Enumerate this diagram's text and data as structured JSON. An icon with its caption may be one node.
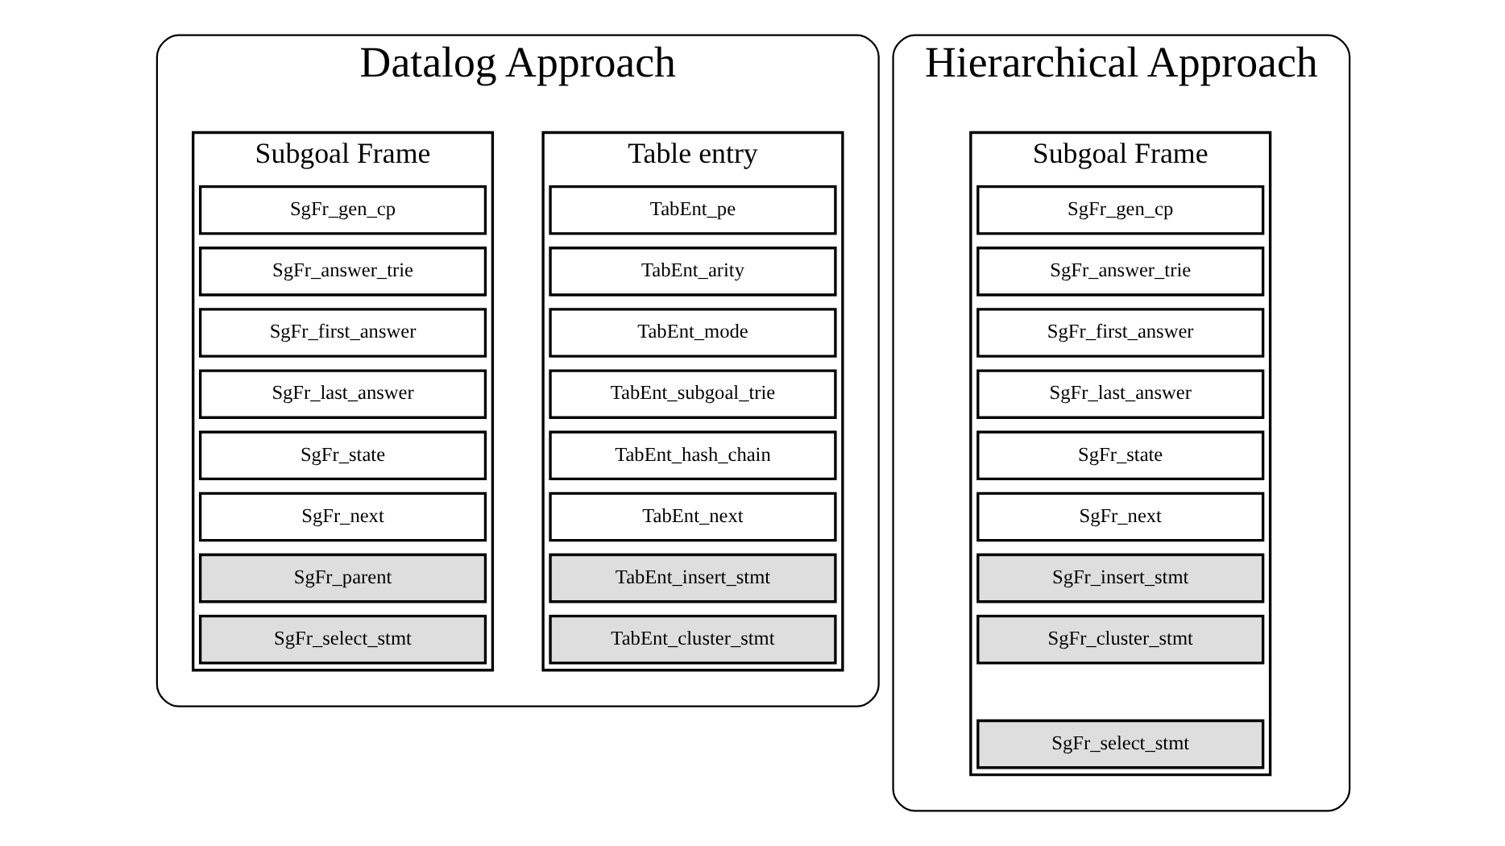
{
  "diagram": {
    "nodes": [
      {
        "text": [
          "Datalog Approach"
        ]
      },
      {
        "text": [
          "Table entry"
        ],
        "in": 0
      },
      {
        "text": [
          "TabEnt_pe"
        ],
        "in": 1
      },
      {
        "text": [
          "TabEnt_arity"
        ],
        "in": 1
      },
      {
        "text": [
          "TabEnt_mode"
        ],
        "in": 1
      },
      {
        "text": [
          "TabEnt_subgoal_trie"
        ],
        "in": 1
      },
      {
        "text": [
          "TabEnt_hash_chain"
        ],
        "in": 1
      },
      {
        "text": [
          "TabEnt_next"
        ],
        "in": 1
      },
      {
        "text": [
          "TabEnt_insert_stmt"
        ],
        "in": 1
      },
      {
        "text": [
          "TabEnt_cluster_stmt"
        ],
        "in": 1
      },
      {
        "text": [
          "Subgoal Frame"
        ],
        "in": 0
      },
      {
        "text": [
          "SgFr_gen_cp"
        ],
        "in": 10
      },
      {
        "text": [
          "SgFr_answer_trie"
        ],
        "in": 10
      },
      {
        "text": [
          "SgFr_first_answer"
        ],
        "in": 10
      },
      {
        "text": [
          "SgFr_last_answer"
        ],
        "in": 10
      },
      {
        "text": [
          "SgFr_state"
        ],
        "in": 10
      },
      {
        "text": [
          "SgFr_next"
        ],
        "in": 10
      },
      {
        "text": [
          "SgFr_parent"
        ],
        "in": 10
      },
      {
        "text": [
          "SgFr_select_stmt"
        ],
        "in": 10
      },
      {
        "text": [
          "Hierarchical Approach"
        ]
      },
      {
        "text": [
          "Subgoal Frame"
        ],
        "in": 19
      },
      {
        "text": [
          "SgFr_gen_cp"
        ],
        "in": 20
      },
      {
        "text": [
          "SgFr_answer_trie"
        ],
        "in": 20
      },
      {
        "text": [
          "SgFr_first_answer"
        ],
        "in": 20
      },
      {
        "text": [
          "SgFr_last_answer"
        ],
        "in": 20
      },
      {
        "text": [
          "SgFr_state"
        ],
        "in": 20
      },
      {
        "text": [
          "SgFr_next"
        ],
        "in": 20
      },
      {
        "text": [
          "SgFr_insert_stmt"
        ],
        "in": 20
      },
      {
        "text": [
          "SgFr_cluster_stmt"
        ],
        "in": 20
      },
      {
        "text": [
          "SgFr_select_stmt"
        ],
        "in": 20
      }
    ],
    "edges": []
  }
}
